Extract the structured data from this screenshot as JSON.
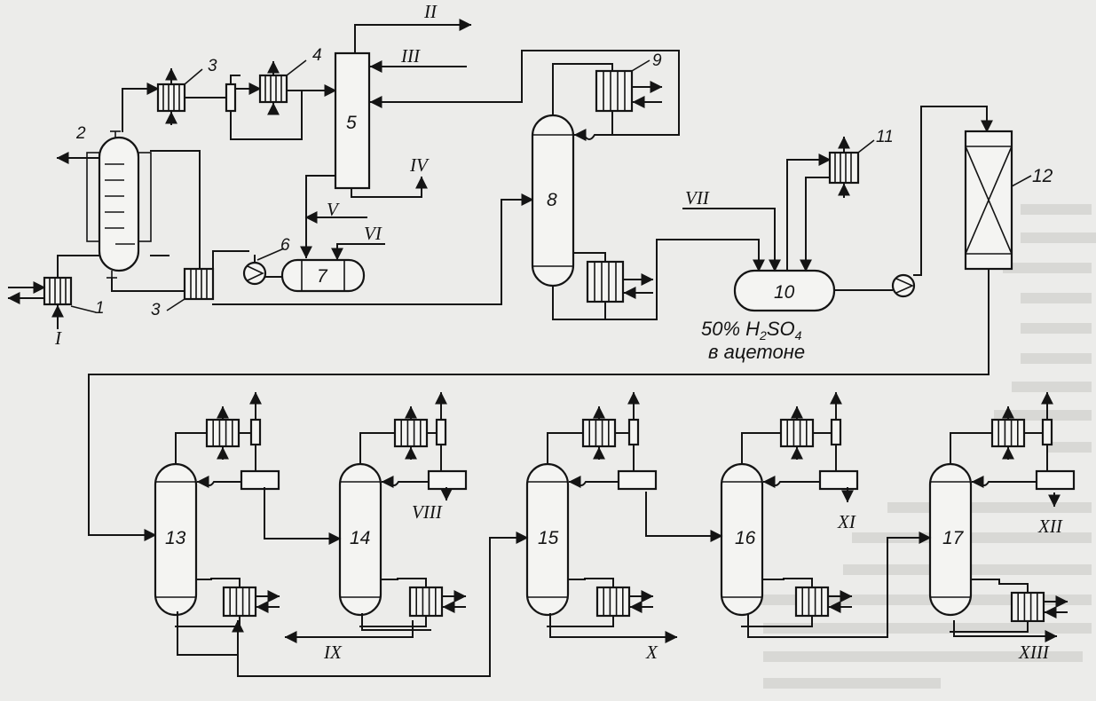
{
  "equipment_labels": [
    "1",
    "2",
    "3",
    "3",
    "4",
    "5",
    "6",
    "7",
    "8",
    "9",
    "10",
    "11",
    "12",
    "13",
    "14",
    "15",
    "16",
    "17"
  ],
  "streams": {
    "I": "I",
    "II": "II",
    "III": "III",
    "IV": "IV",
    "V": "V",
    "VI": "VI",
    "VII": "VII",
    "VIII": "VIII",
    "IX": "IX",
    "X": "X",
    "XI": "XI",
    "XII": "XII",
    "XIII": "XIII"
  },
  "reactor_caption": {
    "line1_prefix": "50% H",
    "line1_sub1": "2",
    "line1_mid": "SO",
    "line1_sub2": "4",
    "line2": "в ацетоне"
  },
  "colors": {
    "ink": "#141414",
    "paper": "#ececea"
  }
}
